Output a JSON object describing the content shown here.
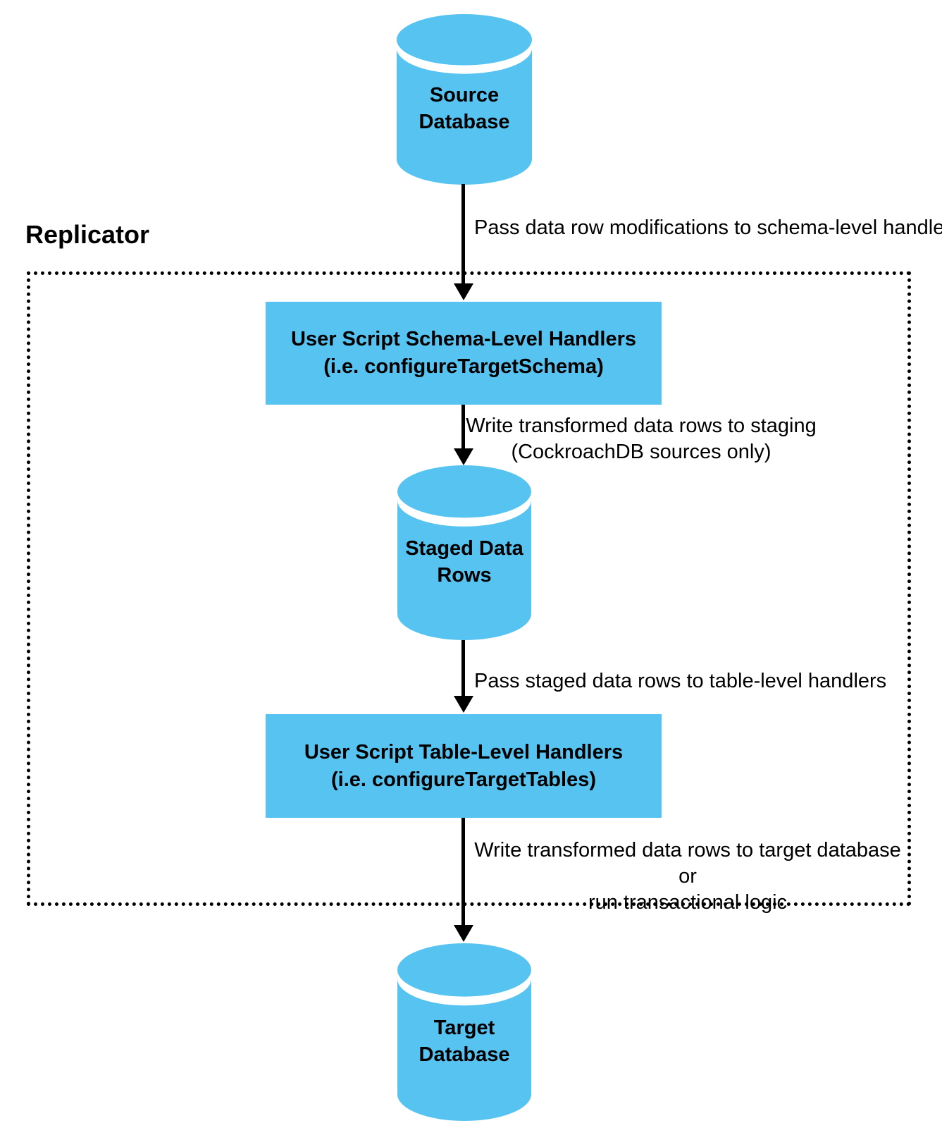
{
  "diagram": {
    "title": "Replicator",
    "colors": {
      "node_fill": "#56C3F1",
      "text": "#000000",
      "background": "#FFFFFF",
      "line": "#000000"
    },
    "nodes": {
      "source_db": {
        "line1": "Source",
        "line2": "Database"
      },
      "schema_handlers": {
        "line1": "User Script Schema-Level Handlers",
        "line2": "(i.e. configureTargetSchema)"
      },
      "staged_rows": {
        "line1": "Staged Data",
        "line2": "Rows"
      },
      "table_handlers": {
        "line1": "User Script Table-Level Handlers",
        "line2": "(i.e. configureTargetTables)"
      },
      "target_db": {
        "line1": "Target",
        "line2": "Database"
      }
    },
    "edges": [
      {
        "label": "Pass data row modifications to schema-level handlers"
      },
      {
        "line1": "Write transformed data rows to staging",
        "line2": "(CockroachDB sources only)"
      },
      {
        "label": "Pass staged data rows to table-level handlers"
      },
      {
        "line1": "Write transformed data rows to target database or",
        "line2": "run transactional logic"
      }
    ]
  }
}
